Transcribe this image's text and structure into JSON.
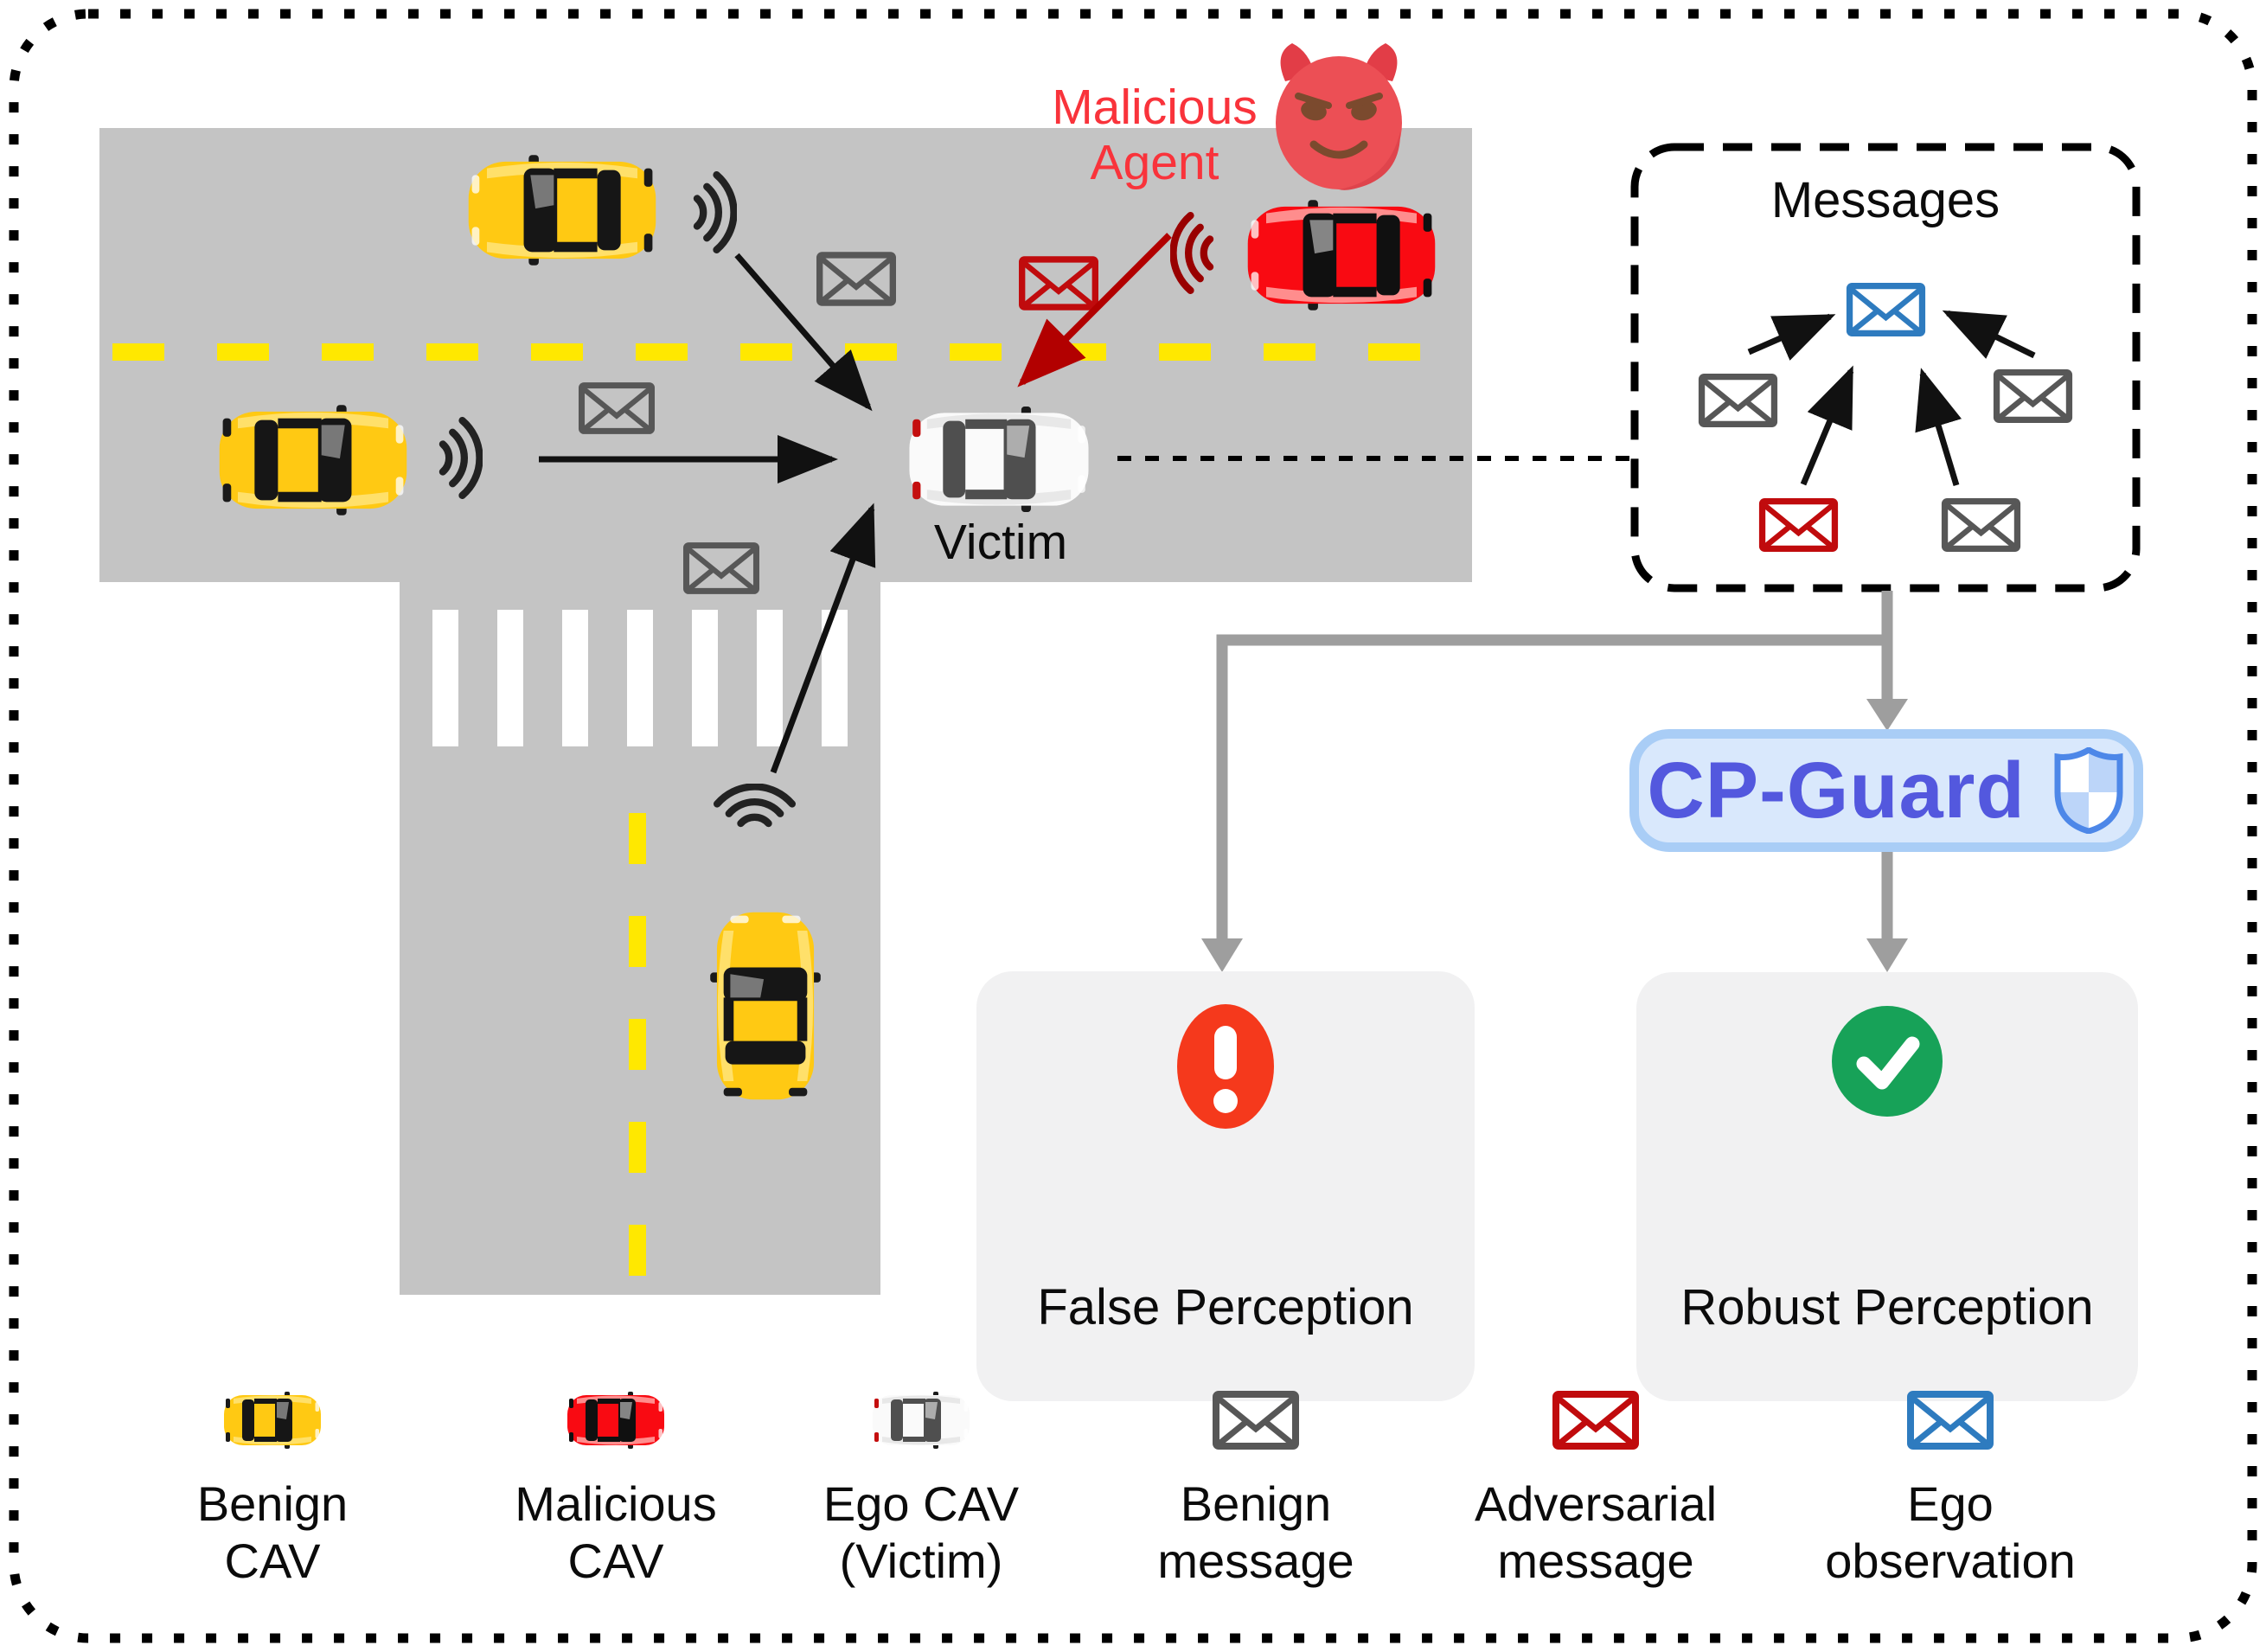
{
  "labels": {
    "malicious_agent": "Malicious\nAgent",
    "victim": "Victim",
    "messages_title": "Messages",
    "cp_guard": "CP-Guard",
    "false_perception": "False\nPerception",
    "robust_perception": "Robust\nPerception"
  },
  "legend": {
    "items": [
      {
        "icon": "benign-cav-icon",
        "label": "Benign\nCAV"
      },
      {
        "icon": "malicious-cav-icon",
        "label": "Malicious\nCAV"
      },
      {
        "icon": "ego-cav-icon",
        "label": "Ego CAV\n(Victim)"
      },
      {
        "icon": "benign-message-icon",
        "label": "Benign\nmessage"
      },
      {
        "icon": "adversarial-message-icon",
        "label": "Adversarial\nmessage"
      },
      {
        "icon": "ego-observation-icon",
        "label": "Ego\nobservation"
      }
    ]
  },
  "colors": {
    "road": "#c4c4c4",
    "lane_marking": "#ffe800",
    "benign_env": "#575757",
    "adversarial_env": "#c00b0d",
    "ego_env": "#2e7bbf",
    "cp_guard_text": "#5358de",
    "malicious_text": "#f9333b",
    "warning": "#f5391c",
    "success": "#17a258",
    "connector_gray": "#9e9e9e"
  }
}
